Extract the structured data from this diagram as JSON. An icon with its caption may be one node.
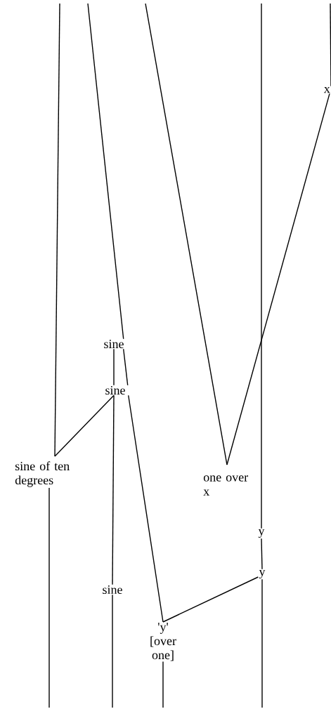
{
  "diagram": {
    "nodes": [
      {
        "text": [
          "x"
        ]
      },
      {
        "text": [
          "sine"
        ]
      },
      {
        "text": [
          "sine"
        ]
      },
      {
        "text": [
          "sine of ten degrees"
        ]
      },
      {
        "text": [
          "one over x"
        ]
      },
      {
        "text": [
          "y"
        ]
      },
      {
        "text": [
          "y"
        ]
      },
      {
        "text": [
          "sine"
        ]
      },
      {
        "text": [
          "'y'",
          "[over one]"
        ]
      }
    ],
    "edges": [
      {
        "from": null,
        "to": 0,
        "arrow": "none"
      },
      {
        "from": null,
        "to": 3,
        "arrow": "none"
      },
      {
        "from": null,
        "to": 1,
        "arrow": "none"
      },
      {
        "from": null,
        "to": 4,
        "arrow": "none"
      },
      {
        "from": null,
        "to": 5,
        "arrow": "none"
      },
      {
        "from": 4,
        "to": 0,
        "arrow": "none"
      },
      {
        "from": 1,
        "to": 2,
        "arrow": "none"
      },
      {
        "from": 1,
        "to": 2,
        "arrow": "none"
      },
      {
        "from": 3,
        "to": 2,
        "arrow": "none"
      },
      {
        "from": 2,
        "to": 7,
        "arrow": "none"
      },
      {
        "from": 2,
        "to": 8,
        "arrow": "none"
      },
      {
        "from": 5,
        "to": 6,
        "arrow": "none"
      },
      {
        "from": 8,
        "to": 6,
        "arrow": "none"
      },
      {
        "from": 3,
        "to": null,
        "arrow": "none"
      },
      {
        "from": 7,
        "to": null,
        "arrow": "none"
      },
      {
        "from": 8,
        "to": null,
        "arrow": "none"
      },
      {
        "from": 6,
        "to": null,
        "arrow": "none"
      }
    ]
  }
}
